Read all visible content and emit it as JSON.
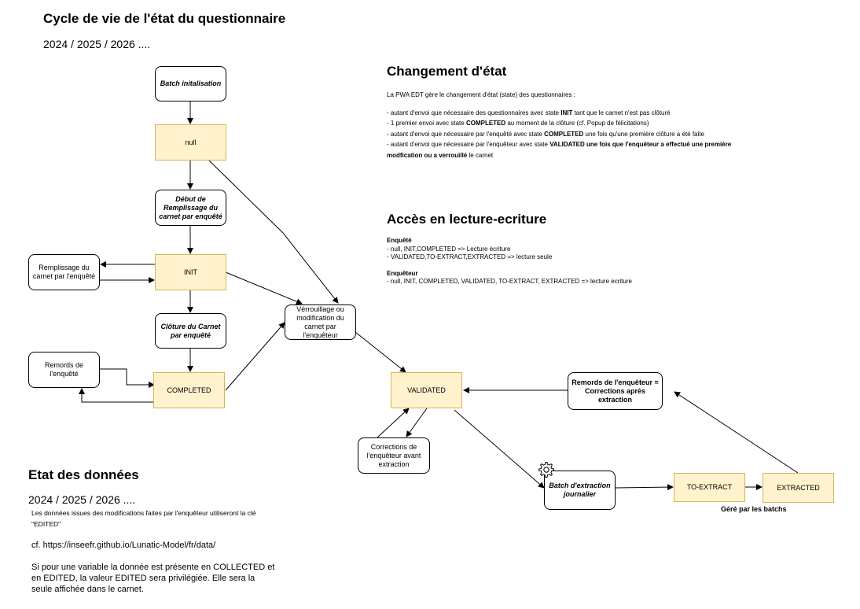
{
  "title": "Cycle de vie de l'état du questionnaire",
  "years_top": "2024 / 2025 / 2026 ....",
  "changement": {
    "heading": "Changement d'état",
    "intro": "La PWA EDT gère le changement d'état (state) des questionnaires :",
    "l1_a": "- autant d'envoi que nécessaire des questionnaires avec state ",
    "l1_b": "INIT",
    "l1_c": " tant que le carnet n'est pas clôturé",
    "l2_a": "- 1 premier envoi avec state ",
    "l2_b": "COMPLETED",
    "l2_c": " au moment de la clôture (cf. Popup de félicitations)",
    "l3_a": "- autant d'envoi que nécessaire par l'enquêté avec state ",
    "l3_b": "COMPLETED",
    "l3_c": " une fois qu'une première clôture a été faite",
    "l4_a": "- autant d'envoi que nécessaire par l'enquêteur avec state ",
    "l4_b": "VALIDATED",
    "l4_c": "  une fois que l'enquêteur a effectué une première",
    "l5_b": "modfication ou a verrouillé",
    "l5_c": " le carnet"
  },
  "acces": {
    "heading": "Accès en lecture-ecriture",
    "enquete_title": "Enquêté",
    "enquete_1": "- null, INIT,COMPLETED => Lecture écriture",
    "enquete_2": "- VALIDATED,TO-EXTRACT,EXTRACTED => lecture seule",
    "enqueteur_title": "Enquêteur",
    "enqueteur_1": "- null, INIT, COMPLETED, VALIDATED, TO-EXTRACT, EXTRACTED => lecture ecriture"
  },
  "nodes": {
    "batch_init": "Batch initalisation",
    "null": "null",
    "debut": "Début de Remplissage du carnet par enquêté",
    "remplissage": "Remplissage du carnet par l'enquêté",
    "init": "INIT",
    "cloture": "Clôture du Carnet par enquêté",
    "remords_enquete": "Remords de l'enquêté",
    "completed": "COMPLETED",
    "verrouillage": "Vérrouillage ou modification du carnet par l'enquêteur",
    "validated": "VALIDATED",
    "remords_enqueteur": "Remords de l'enquêteur = Corrections après extraction",
    "corrections": "Corrections de l'enquêteur avant extraction",
    "batch_extraction": "Batch d'extraction journalier",
    "to_extract": "TO-EXTRACT",
    "extracted": "EXTRACTED",
    "gere": "Géré par les batchs"
  },
  "etat": {
    "heading": "Etat des données",
    "years": "2024 / 2025 / 2026 ....",
    "p1a": "Les données issues des modifications faites par l'enquêteur utiliseront la clé",
    "p1b": "\"EDITED\"",
    "cf": "cf. https://inseefr.github.io/Lunatic-Model/fr/data/",
    "p2a": "Si pour une variable la donnée est présente en COLLECTED et",
    "p2b": "en EDITED, la valeur EDITED sera privilégiée. Elle sera la",
    "p2c": "seule affichée dans le carnet."
  },
  "icons": {
    "batch_extraction": "gear-icon"
  }
}
